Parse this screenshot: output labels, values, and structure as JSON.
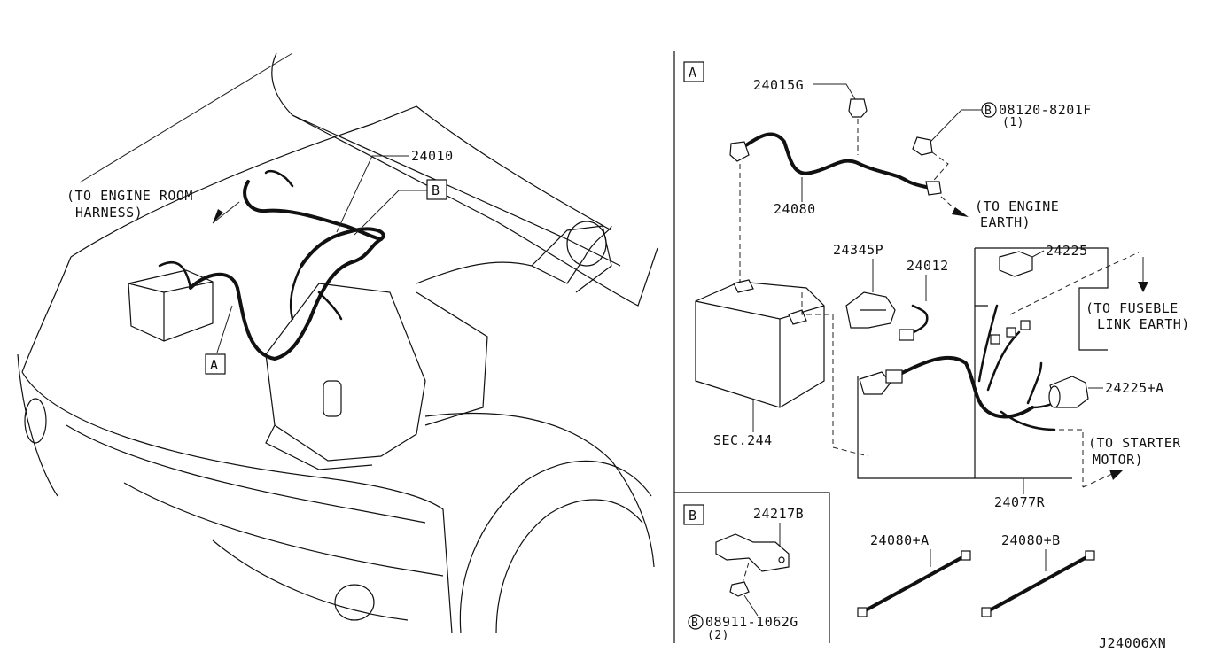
{
  "diagram_id": "J24006XN",
  "left_view": {
    "callout_24010": "24010",
    "note_engine_room_1": "(TO ENGINE ROOM",
    "note_engine_room_2": "HARNESS)",
    "ref_a": "A",
    "ref_b": "B"
  },
  "panel_a": {
    "title": "A",
    "labels": {
      "p24015g": "24015G",
      "bolt_code": "08120-8201F",
      "bolt_qty": "(1)",
      "bolt_marker": "B",
      "p24080": "24080",
      "to_engine_earth_1": "(TO ENGINE",
      "to_engine_earth_2": "EARTH)",
      "p24345p": "24345P",
      "p24012": "24012",
      "p24225": "24225",
      "to_fusible_1": "(TO FUSEBLE",
      "to_fusible_2": "LINK EARTH)",
      "p24225a": "24225+A",
      "sec244": "SEC.244",
      "to_starter_1": "(TO STARTER",
      "to_starter_2": "MOTOR)",
      "p24077r": "24077R"
    }
  },
  "panel_b": {
    "title": "B",
    "labels": {
      "p24217b": "24217B",
      "bolt_code": "08911-1062G",
      "bolt_qty": "(2)",
      "bolt_marker": "B"
    }
  },
  "loose_parts": {
    "p24080a": "24080+A",
    "p24080b": "24080+B"
  }
}
